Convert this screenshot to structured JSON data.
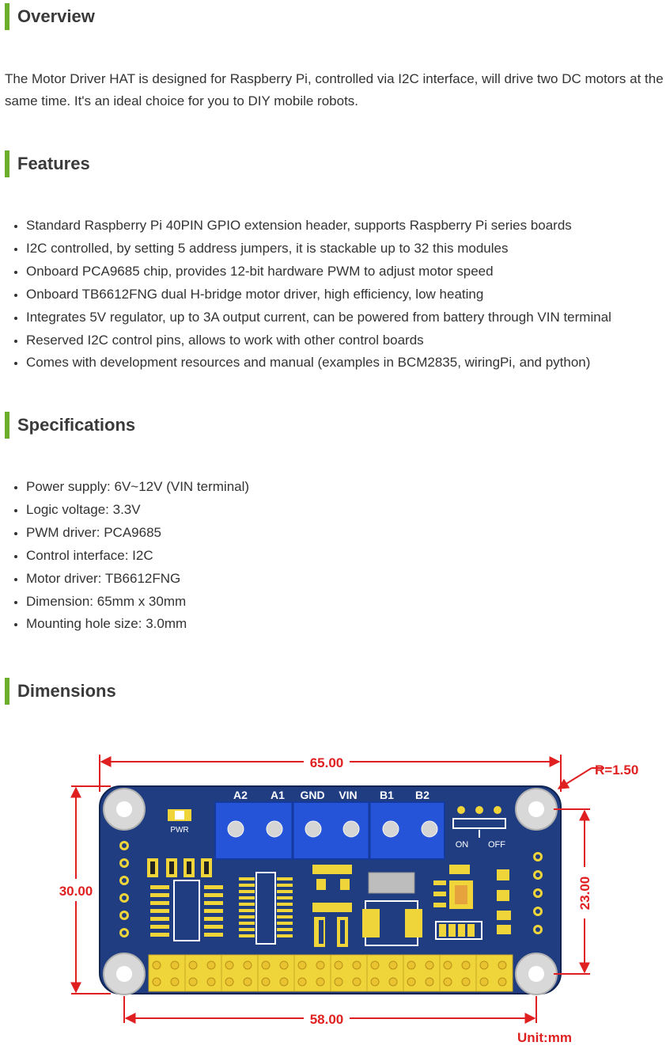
{
  "overview": {
    "title": "Overview",
    "text": "The Motor Driver HAT is designed for Raspberry Pi, controlled via I2C interface, will drive two DC motors at the same time. It's an ideal choice for you to DIY mobile robots."
  },
  "features": {
    "title": "Features",
    "items": [
      "Standard Raspberry Pi 40PIN GPIO extension header, supports Raspberry Pi series boards",
      "I2C controlled, by setting 5 address jumpers, it is stackable up to 32 this modules",
      "Onboard PCA9685 chip, provides 12-bit hardware PWM to adjust motor speed",
      "Onboard TB6612FNG dual H-bridge motor driver, high efficiency, low heating",
      "Integrates 5V regulator, up to 3A output current, can be powered from battery through VIN terminal",
      "Reserved I2C control pins, allows to work with other control boards",
      "Comes with development resources and manual (examples in BCM2835, wiringPi, and python)"
    ]
  },
  "specifications": {
    "title": "Specifications",
    "items": [
      "Power supply: 6V~12V (VIN terminal)",
      "Logic voltage: 3.3V",
      "PWM driver: PCA9685",
      "Control interface: I2C",
      "Motor driver: TB6612FNG",
      "Dimension: 65mm x 30mm",
      "Mounting hole size: 3.0mm"
    ]
  },
  "dimensions": {
    "title": "Dimensions",
    "width_label": "65.00",
    "height_label": "30.00",
    "hole_spacing_x_label": "58.00",
    "hole_spacing_y_label": "23.00",
    "radius_label": "R=1.50",
    "unit_label": "Unit:mm",
    "terminal_labels": [
      "A2",
      "A1",
      "GND",
      "VIN",
      "B1",
      "B2"
    ],
    "pwr_label": "PWR",
    "on_label": "ON",
    "off_label": "OFF"
  },
  "colors": {
    "accent": "#6aae2a",
    "dimension_red": "#e02020",
    "board_blue": "#1f3d80",
    "terminal_blue": "#2554d8",
    "header_yellow": "#f0d53a"
  }
}
